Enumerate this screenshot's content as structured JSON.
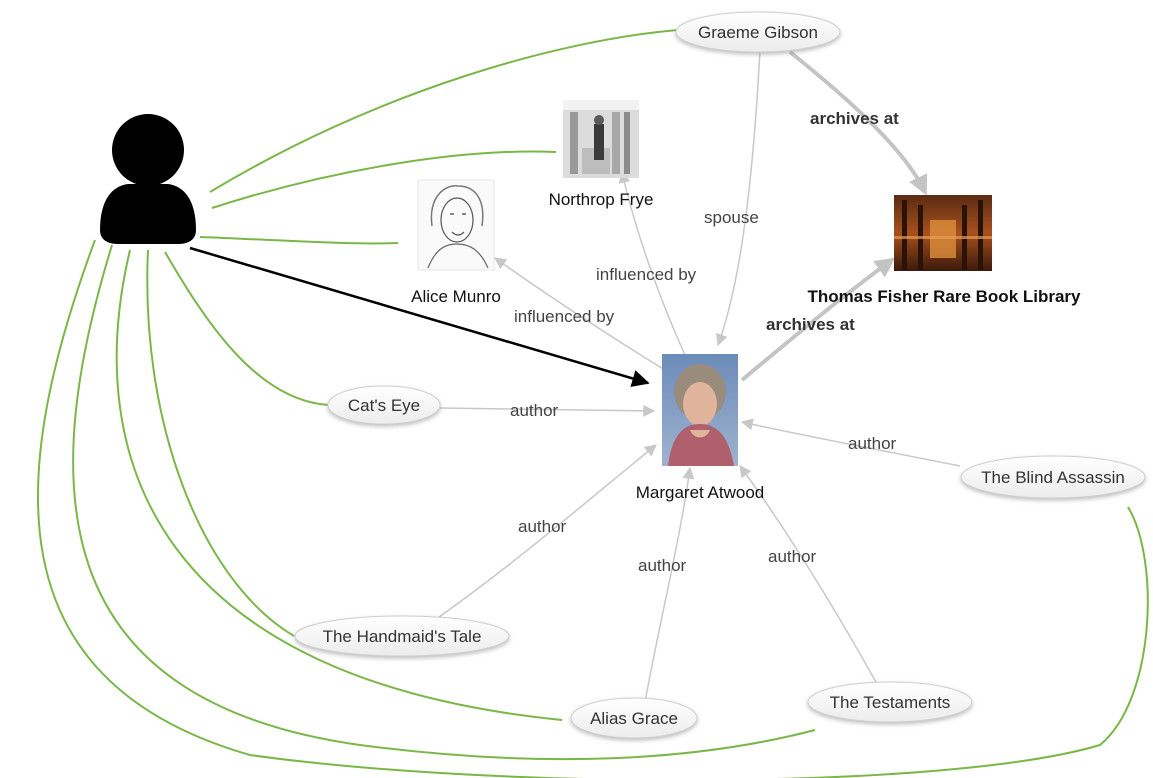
{
  "nodes": {
    "center": "Margaret Atwood",
    "northrop": "Northrop Frye",
    "alice": "Alice Munro",
    "library": "Thomas Fisher Rare Book Library",
    "graeme": "Graeme Gibson",
    "cats_eye": "Cat's Eye",
    "blind_assassin": "The Blind Assassin",
    "handmaids_tale": "The Handmaid's Tale",
    "alias_grace": "Alias Grace",
    "testaments": "The Testaments"
  },
  "edges": {
    "graeme_library": "archives at",
    "center_library": "archives at",
    "graeme_center": "spouse",
    "center_northrop": "influenced by",
    "center_alice": "influenced by",
    "cats_eye_author": "author",
    "blind_assassin_author": "author",
    "handmaids_tale_author": "author",
    "alias_grace_author": "author",
    "testaments_author": "author"
  },
  "colors": {
    "user_links": "#7ab648",
    "relation_edges": "#c8c8c8",
    "user_icon": "#000000"
  }
}
